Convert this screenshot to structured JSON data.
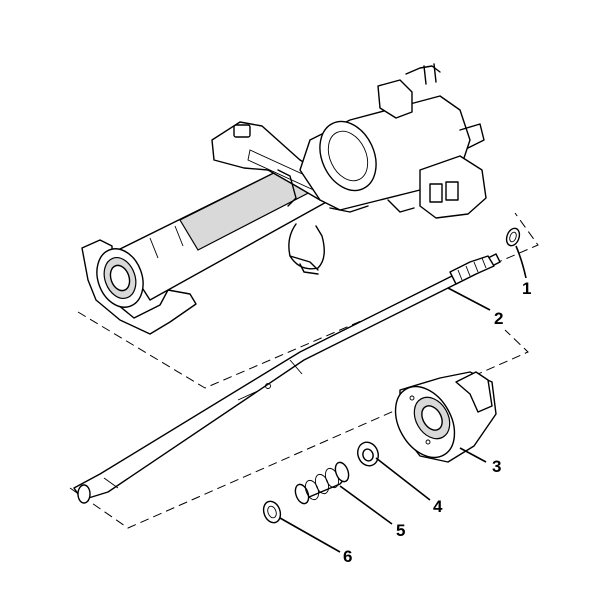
{
  "callouts": [
    {
      "id": "1",
      "label": "1"
    },
    {
      "id": "2",
      "label": "2"
    },
    {
      "id": "3",
      "label": "3"
    },
    {
      "id": "4",
      "label": "4"
    },
    {
      "id": "5",
      "label": "5"
    },
    {
      "id": "6",
      "label": "6"
    }
  ],
  "colors": {
    "line": "#000000",
    "background": "#ffffff",
    "shade": "#d9d9d9"
  }
}
